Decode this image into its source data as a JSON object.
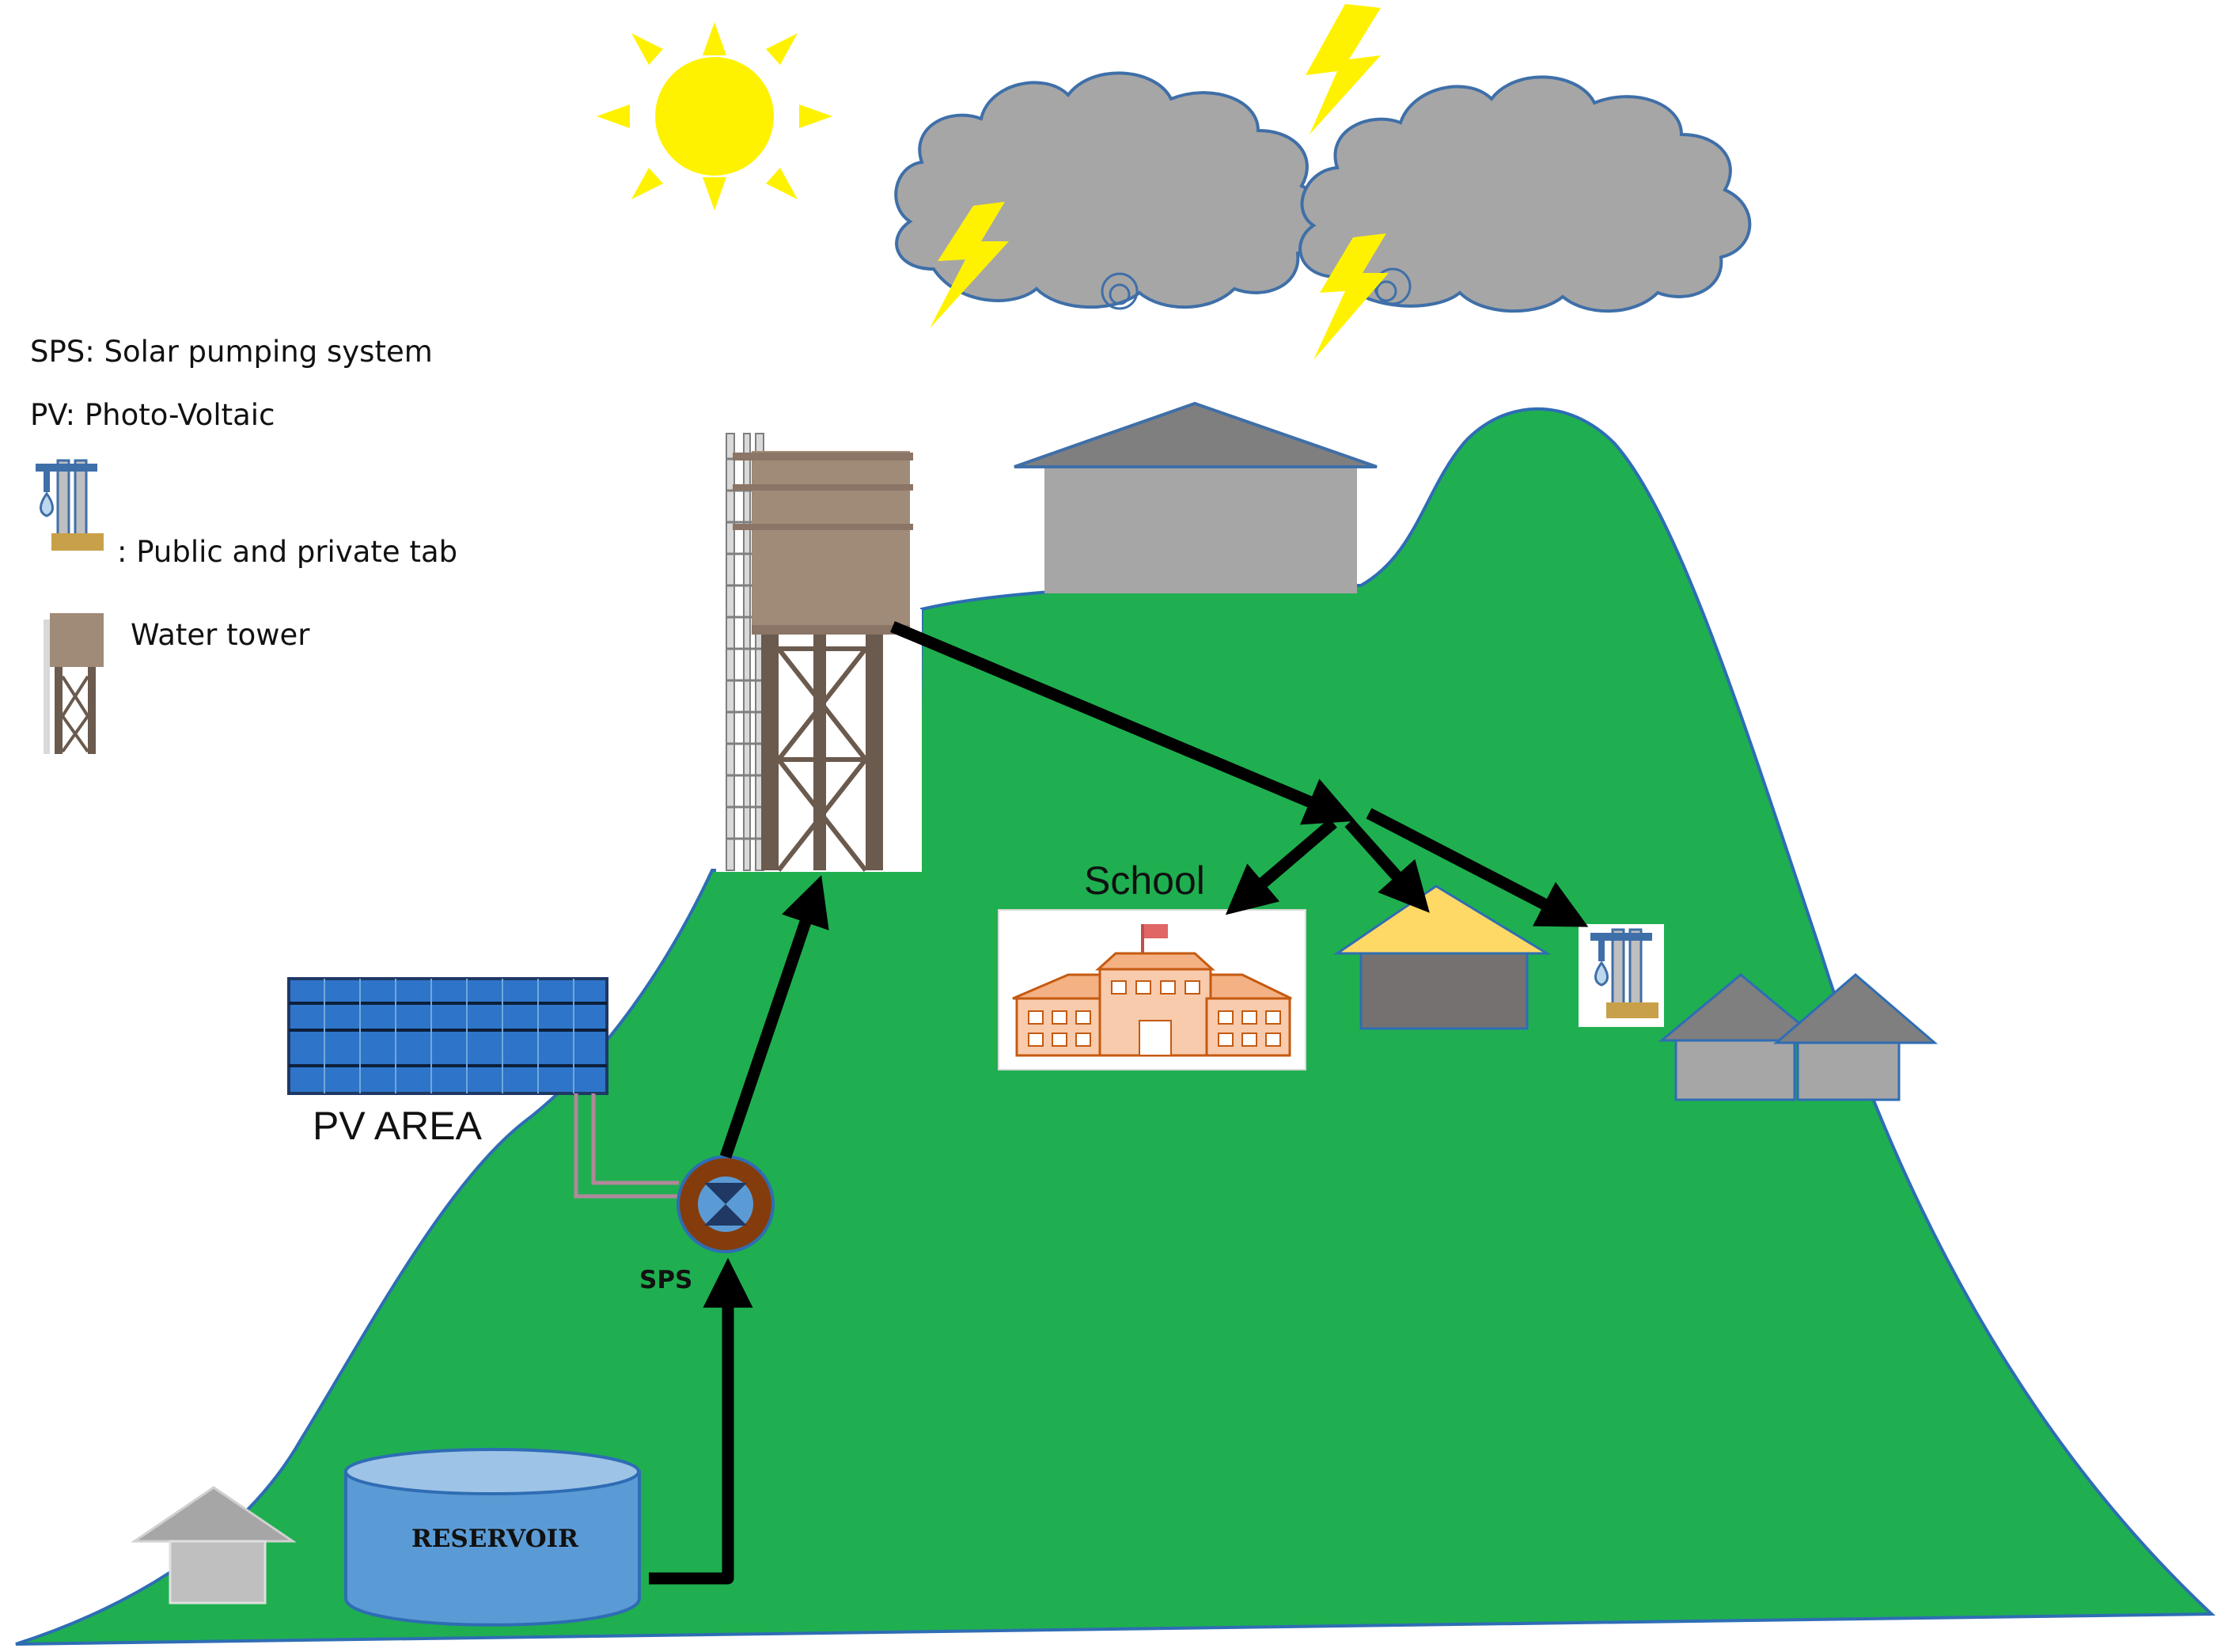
{
  "legend": {
    "sps": "SPS: Solar pumping system",
    "pv": "PV: Photo-Voltaic",
    "tab": ": Public and private tab",
    "tower": "Water tower"
  },
  "labels": {
    "school": "School",
    "pv_area": "PV AREA",
    "sps": "SPS",
    "reservoir": "RESERVOIR"
  },
  "icons": [
    "sun-icon",
    "storm-cloud-icon",
    "lightning-icon",
    "water-tower-icon",
    "tap-icon",
    "house-icon",
    "school-icon",
    "solar-panel-icon",
    "pump-icon",
    "reservoir-icon"
  ],
  "colors": {
    "hill": "#1faf50",
    "hill_outline": "#2e6db4",
    "sun": "#fff200",
    "cloud": "#a6a6a6",
    "cloud_outline": "#3f6fa8",
    "tower": "#a08a78",
    "panel": "#2e75c9",
    "reservoir": "#5b9bd5",
    "roof_yellow": "#ffd966",
    "arrow": "#000000"
  }
}
